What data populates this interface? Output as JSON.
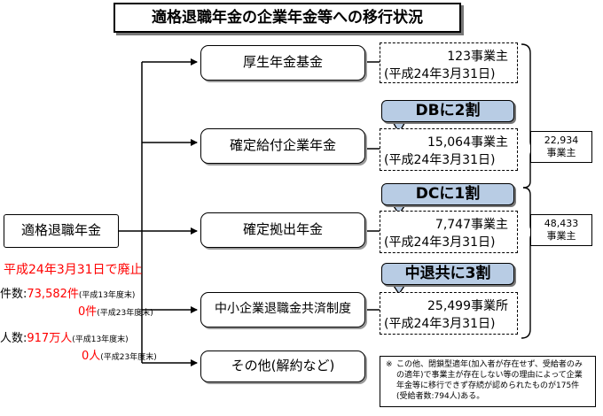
{
  "title": "適格退職年金の企業年金等への移行状況",
  "source_label": "適格退職年金",
  "abolished": "平成24年3月31日で廃止",
  "stats": {
    "count_label": "件数:",
    "count_h13_value": "73,582件",
    "count_h13_note": "(平成13年度末)",
    "count_h23_value": "0件",
    "count_h23_note": "(平成23年度末)",
    "people_label": "人数:",
    "people_h13_value": "917万人",
    "people_h13_note": "(平成13年度末)",
    "people_h23_value": "0人",
    "people_h23_note": "(平成23年度末)"
  },
  "targets": [
    {
      "label": "厚生年金基金",
      "count": "123事業主",
      "date": "(平成24年3月31日)"
    },
    {
      "label": "確定給付企業年金",
      "count": "15,064事業主",
      "date": "(平成24年3月31日)"
    },
    {
      "label": "確定拠出年金",
      "count": "7,747事業主",
      "date": "(平成24年3月31日)"
    },
    {
      "label": "中小企業退職金共済制度",
      "count": "25,499事業所",
      "date": "(平成24年3月31日)"
    },
    {
      "label": "その他(解約など)"
    }
  ],
  "callouts": [
    "DBに2割",
    "DCに1割",
    "中退共に3割"
  ],
  "totals": [
    {
      "value": "22,934",
      "unit": "事業主"
    },
    {
      "value": "48,433",
      "unit": "事業主"
    }
  ],
  "note": {
    "mark": "※",
    "text": "この他、閉鎖型適年(加入者が存在せず、受給者のみの適年)で事業主が存在しない等の理由によって企業年金等に移行できず存続が認められたものが175件(受給者数:794人)ある。"
  }
}
